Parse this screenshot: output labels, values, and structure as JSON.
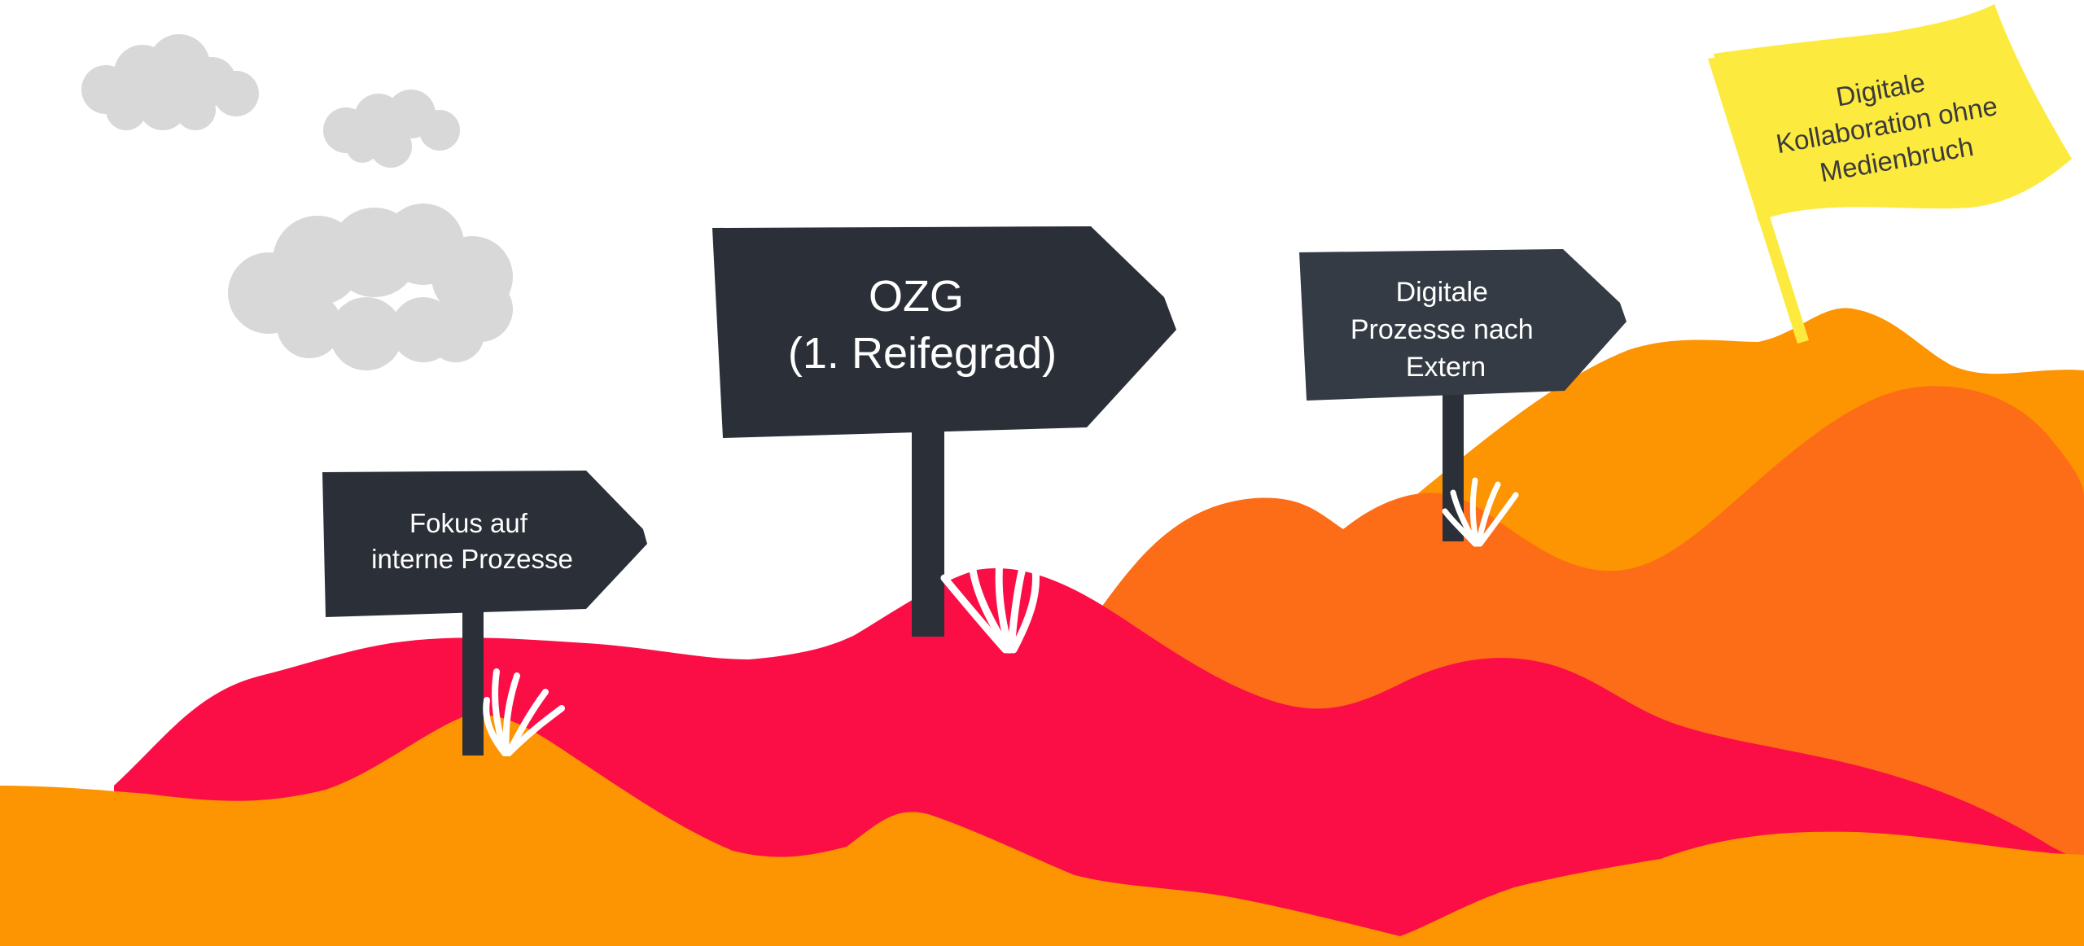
{
  "signs": [
    {
      "id": "sign-fokus",
      "lines": [
        "Fokus auf",
        "interne Prozesse"
      ]
    },
    {
      "id": "sign-ozg",
      "lines": [
        "OZG",
        "(1. Reifegrad)"
      ]
    },
    {
      "id": "sign-digitale-prozesse",
      "lines": [
        "Digitale",
        "Prozesse nach",
        "Extern"
      ]
    }
  ],
  "flag": {
    "lines": [
      "Digitale",
      "Kollaboration ohne",
      "Medienbruch"
    ],
    "color": "#fdea3f"
  },
  "colors": {
    "sign": "#2b3038",
    "sign_alt": "#343b44",
    "hill_red": "#fb0e45",
    "hill_orange_dark": "#fd6d17",
    "hill_orange": "#fd9401",
    "cloud": "#d8d8d8",
    "grass": "#ffffff"
  }
}
